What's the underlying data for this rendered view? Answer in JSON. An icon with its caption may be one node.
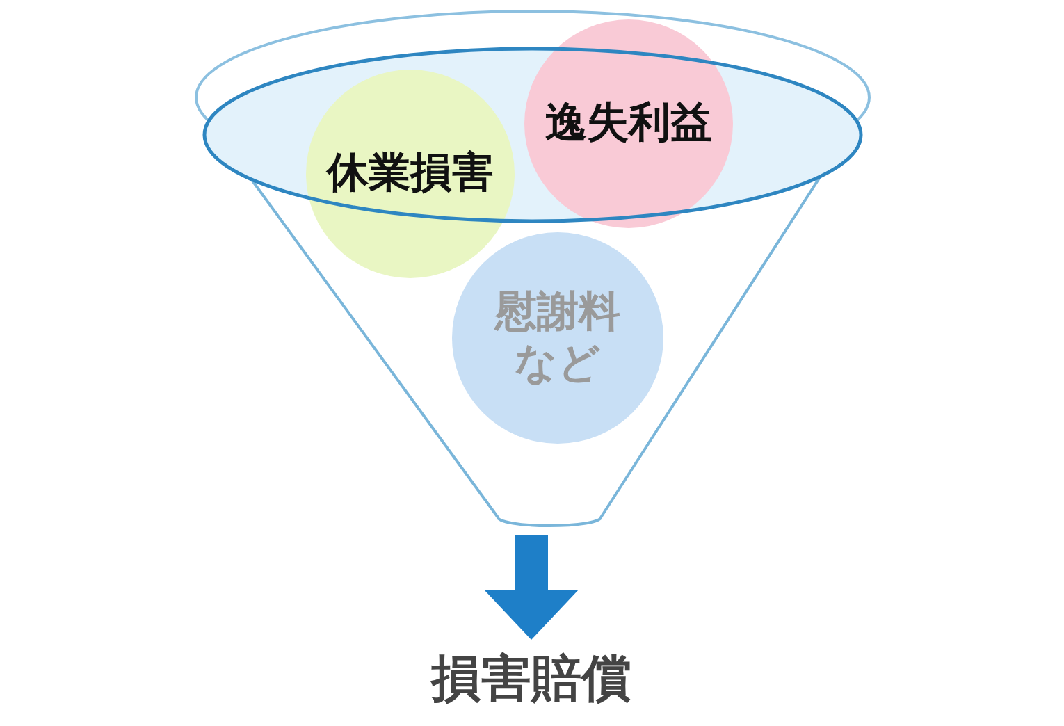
{
  "diagram": {
    "nodes": [
      {
        "text": [],
        "shape": "funnel"
      },
      {
        "text": [
          "休業損害"
        ]
      },
      {
        "text": [
          "逸失利益"
        ]
      },
      {
        "text": [
          "慰謝料など"
        ],
        "in": 0
      },
      {
        "text": [
          "損害賠償"
        ]
      }
    ],
    "edges": [
      {
        "from": 0,
        "to": 4,
        "arrow": "to"
      }
    ]
  }
}
